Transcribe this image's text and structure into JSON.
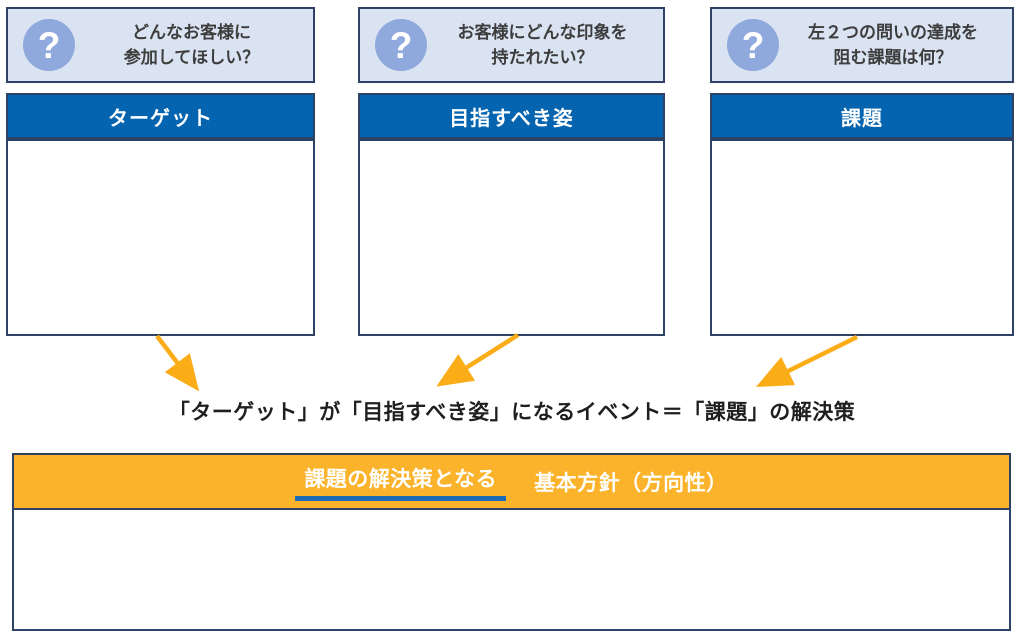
{
  "colors": {
    "question_box_bg": "#dae3f2",
    "question_box_border": "#2e4265",
    "question_icon_bg": "#8fa9dc",
    "column_header_bg": "#0564af",
    "column_header_text": "#ffffff",
    "box_border": "#2e4265",
    "arrow": "#fbad18",
    "bottom_header_bg": "#fbb32b",
    "underline": "#1c6bb8",
    "question_text": "#3d3d3d",
    "middle_text": "#1f1f1f"
  },
  "question_icon_glyph": "?",
  "columns": [
    {
      "question_line1": "どんなお客様に",
      "question_line2": "参加してほしい？",
      "header": "ターゲット"
    },
    {
      "question_line1": "お客様にどんな印象を",
      "question_line2": "持たれたい？",
      "header": "目指すべき姿"
    },
    {
      "question_line1": "左２つの問いの達成を",
      "question_line2": "阻む課題は何？",
      "header": "課題"
    }
  ],
  "middle_text": "「ターゲット」が「目指すべき姿」になるイベント＝「課題」の解決策",
  "bottom": {
    "underlined_label": "課題の解決策となる",
    "header_label": "基本方針（方向性）"
  }
}
